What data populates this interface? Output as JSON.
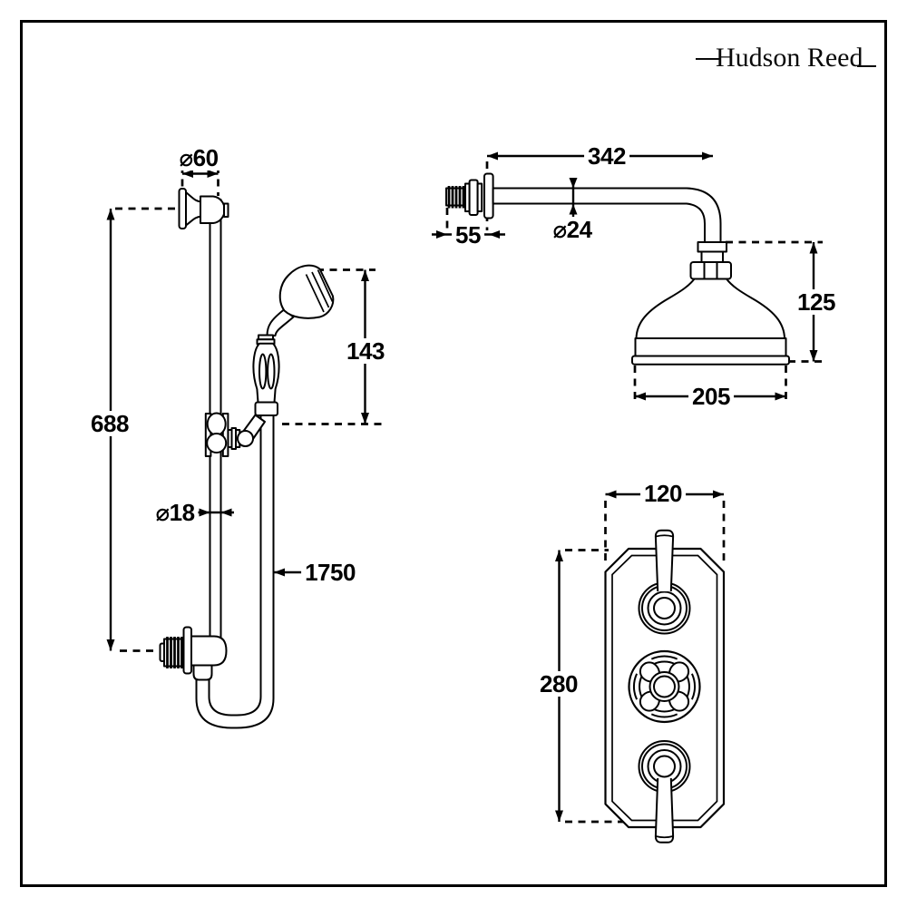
{
  "brand": {
    "logo_text": "Hudson Reed"
  },
  "dims": {
    "slide_rail": {
      "bracket_diameter": "⌀60",
      "fixing_centres": "688",
      "rail_diameter": "⌀18",
      "handset_length": "143",
      "hose_length": "1750"
    },
    "arm_head": {
      "arm_reach": "342",
      "wall_depth": "55",
      "arm_diameter": "⌀24",
      "head_height": "125",
      "head_diameter": "205"
    },
    "valve": {
      "width": "120",
      "height": "280"
    }
  },
  "colors": {
    "line": "#000000",
    "background": "#ffffff"
  }
}
